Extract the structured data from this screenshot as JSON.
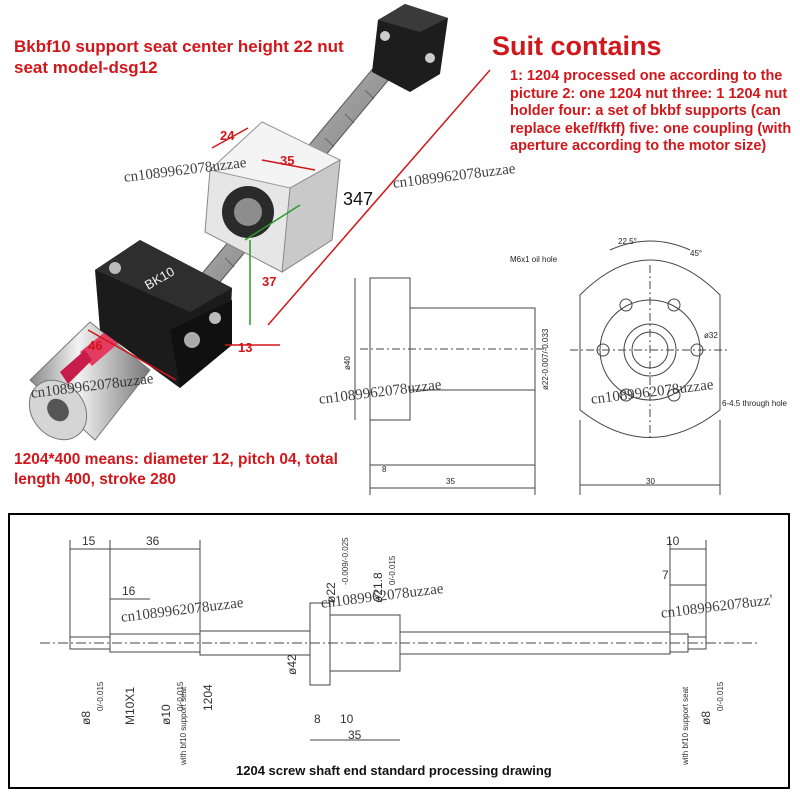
{
  "header": {
    "title": "Bkbf10 support seat center height 22 nut seat model-dsg12",
    "suit_title": "Suit contains",
    "suit_body": "1: 1204 processed one according to the picture 2: one 1204 nut three: 1 1204 nut holder four: a set of bkbf supports (can replace ekef/fkff) five: one coupling (with aperture according to the motor size)",
    "spec_note": "1204*400 means: diameter 12, pitch 04, total length 400, stroke 280"
  },
  "photo": {
    "dims": {
      "d24": "24",
      "d35": "35",
      "d347": "347",
      "d37": "37",
      "d46": "46",
      "d13": "13"
    },
    "bk_label": "BK10"
  },
  "nut_drawing": {
    "oil_hole": "M6x1 oil hole",
    "angle_a": "22.5°",
    "angle_b": "45°",
    "d32": "ø32",
    "through_hole": "6-4.5 through hole",
    "d40": "ø40",
    "d22_side": "ø22-0.007/-0.033",
    "dim_8": "8",
    "dim_35": "35",
    "dim_30": "30"
  },
  "shaft_drawing": {
    "d15": "15",
    "d36": "36",
    "d16": "16",
    "d10": "10",
    "d7": "7",
    "d22": "ø22",
    "d22_tol": "-0.009/-0.025",
    "d21": "ø21.8",
    "d21_tol": "0/-0.015",
    "d42": "ø42",
    "d1204": "1204",
    "m10": "M10X1",
    "d8_left": "ø8",
    "d8_tol": "0/-0.015",
    "d10_shaft": "ø10",
    "d10_tol": "0/-0.015",
    "d8_right": "ø8",
    "dim_8": "8",
    "dim_10": "10",
    "dim_35": "35",
    "note_left": "with bf10 support seat",
    "note_right": "with bf10 support seat",
    "caption": "1204 screw shaft end standard processing drawing"
  },
  "watermarks": {
    "w1": "cn1089962078uzzae",
    "w2": "cn1089962078uzzae",
    "w3": "cn1089962078uzzae",
    "w4": "cn1089962078uzzae",
    "w5": "cn1089962078uzzae",
    "w6": "cn1089962078uzzae",
    "w7": "cn1089962078uzzae",
    "w8": "cn1089962078uzz'"
  },
  "colors": {
    "red": "#d0171b",
    "green": "#2a9a2a",
    "dark": "#1b1b1b"
  }
}
